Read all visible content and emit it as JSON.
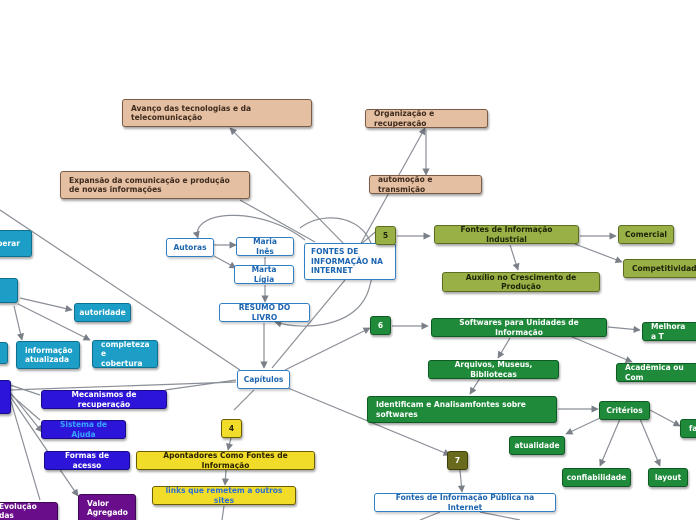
{
  "nodes": {
    "central": "FONTES DE INFORMAÇÃO NA INTERNET",
    "avanco": "Avanço das tecnologias e da telecomunicação",
    "organizacao": "Organização e recuperação",
    "automacao": "automoção e transmição",
    "expansao": "Expansão da comunicação e produção de novas informações",
    "autoras": "Autoras",
    "maria_ines": "Maria Inês",
    "marta_ligia": "Marta Lígia",
    "resumo": "RESUMO DO LIVRO",
    "capitulos": "Capítulos",
    "badge5": "5",
    "badge6": "6",
    "badge4": "4",
    "badge7": "7",
    "fontes_industrial": "Fontes de Informação Industrial",
    "comercial": "Comercial",
    "competitividade": "Competitividade",
    "auxilio": "Auxílio no Crescimento de Produção",
    "softwares_unidades": "Softwares para Unidades de Informação",
    "melhora": "Melhora a T",
    "academica": "Acadêmica ou Com",
    "arquivos": "Arquivos, Museus, Bibliotecas",
    "identificam": "Identificam e Analisamfontes sobre softwares",
    "criterios": "Critérios",
    "fa": "fa",
    "atualidade": "atualidade",
    "confiabilidade": "confiabilidade",
    "layout": "layout",
    "fontes_publica": "Fontes de Informação Pública na Internet",
    "apontadores": "Apontadores Como Fontes de Informação",
    "links": "links que remetem a outros sites",
    "mecanismos": "Mecanismos de recuperação",
    "sistema_ajuda": "Sistema de Ajuda",
    "formas_acesso": "Formas de acesso",
    "valor_agregado": "Valor Agregado",
    "evolucao": "Evolução das homepages",
    "recuperar": "perar",
    "autoridade": "autoridade",
    "informacao_atualizada": "informação atualizada",
    "completeza": "completeza e cobertura"
  }
}
